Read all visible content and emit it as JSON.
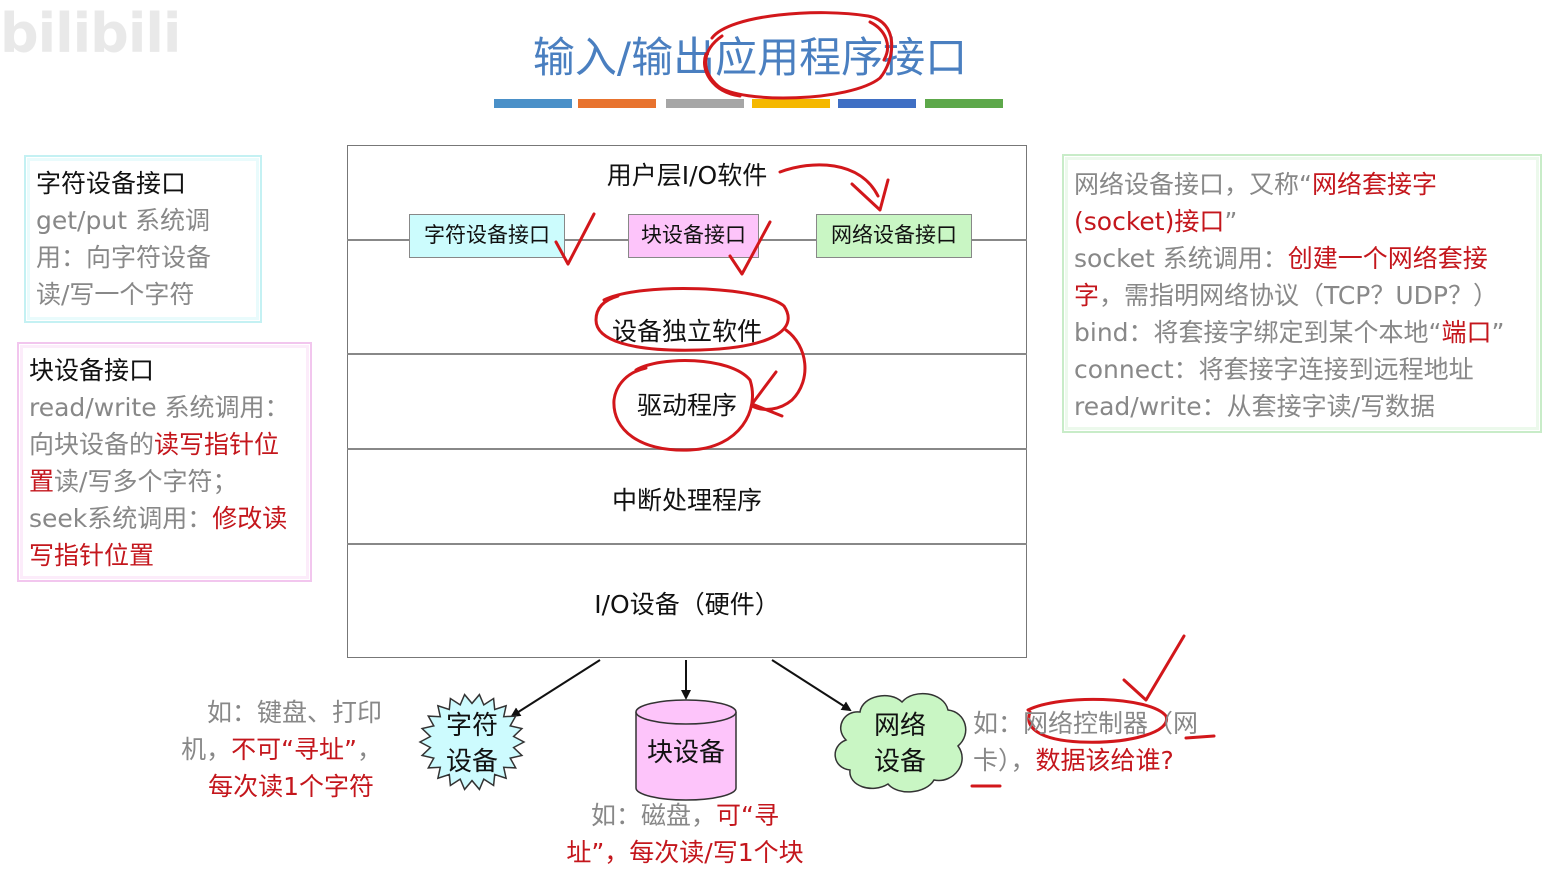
{
  "watermark": "bilibili",
  "title": "输入/输出应用程序接口",
  "colors": {
    "title": "#4a7fc0",
    "accent_red": "#c4161c",
    "bars": [
      "#4a90c8",
      "#e8732e",
      "#a6a6a6",
      "#f5b800",
      "#3f6fc4",
      "#5da84a"
    ],
    "char_iface_fill": "#ccfcfd",
    "block_iface_fill": "#fdc4fa",
    "net_iface_fill": "#c9f6c4"
  },
  "stack": {
    "user_layer": "用户层I/O软件",
    "interfaces": [
      "字符设备接口",
      "块设备接口",
      "网络设备接口"
    ],
    "device_independent": "设备独立软件",
    "driver": "驱动程序",
    "interrupt": "中断处理程序",
    "hardware": "I/O设备（硬件）"
  },
  "char_box": {
    "heading": "字符设备接口",
    "lines": [
      "get/put 系统调",
      "用：向字符设备",
      "读/写一个字符"
    ]
  },
  "block_box": {
    "heading": "块设备接口",
    "line1": "read/write 系统调用：",
    "line2_a": "向块设备的",
    "line2_b": "读写指针位",
    "line3_a": "置",
    "line3_b": "读/写多个字符；",
    "line4_a": "seek系统调用：",
    "line4_b": "修改读",
    "line5": "写指针位置"
  },
  "net_box": {
    "line1_a": "网络设备接口，又称“",
    "line1_b": "网络套接字",
    "line2_b": "(socket)接口",
    "line2_c": "”",
    "line3_a": "socket 系统调用：",
    "line3_b": "创建一个网络套接",
    "line4_b": "字",
    "line4_c": "，需指明网络协议（TCP？UDP？）",
    "line5_a": "bind：将套接字绑定到某个本地“",
    "line5_b": "端口",
    "line5_c": "”",
    "line6": "connect：将套接字连接到远程地址",
    "line7": "read/write：从套接字读/写数据"
  },
  "devices": {
    "char_label": [
      "字符",
      "设备"
    ],
    "block_label": "块设备",
    "net_label": [
      "网络",
      "设备"
    ]
  },
  "notes": {
    "char_a": "如：键盘、打印",
    "char_b1": "机，",
    "char_b2": "不可“寻址”",
    "char_b3": "，",
    "char_c": "每次读1个字符",
    "block_a1": "如：磁盘，",
    "block_a2": "可“寻",
    "block_b": "址”，每次读/写1个块",
    "net_a1": "如：",
    "net_a2": "网络控制器",
    "net_a3": "（网",
    "net_b1": "卡），",
    "net_b2": "数据该给谁?"
  }
}
